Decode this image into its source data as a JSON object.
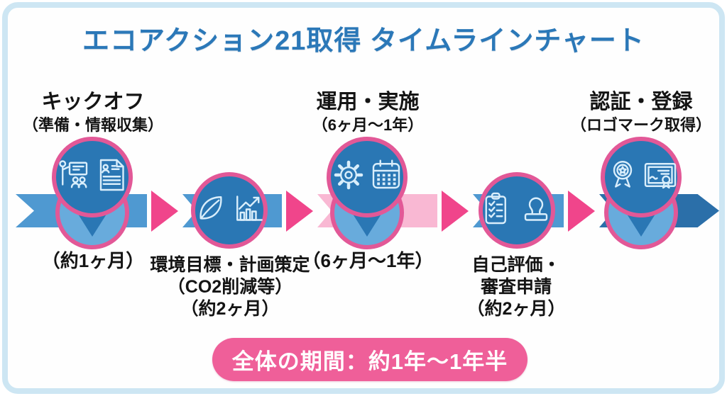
{
  "title": "エコアクション21取得 タイムラインチャート",
  "milestones": [
    {
      "name": "kickoff",
      "top_title": "キックオフ",
      "top_sub": "（準備・情報収集）",
      "bottom": "（約1ヶ月）",
      "icons": [
        "presentation-icon",
        "document-icon"
      ]
    },
    {
      "name": "goal-planning",
      "bottom_lines": [
        "環境目標・計画策定",
        "（CO2削減等）",
        "（約2ヶ月）"
      ],
      "icons": [
        "leaf-icon",
        "bar-chart-icon"
      ]
    },
    {
      "name": "operation",
      "top_title": "運用・実施",
      "top_sub": "（6ヶ月〜1年）",
      "bottom": "（6ヶ月〜1年）",
      "icons": [
        "gear-icon",
        "calendar-icon"
      ]
    },
    {
      "name": "self-assessment",
      "bottom_lines": [
        "自己評価・",
        "審査申請",
        "（約2ヶ月）"
      ],
      "icons": [
        "checklist-icon",
        "stamp-icon"
      ]
    },
    {
      "name": "certification",
      "top_title": "認証・登録",
      "top_sub": "（ロゴマーク取得）",
      "icons": [
        "award-icon",
        "certificate-icon"
      ]
    }
  ],
  "footer": {
    "total_period": "全体の期間：約1年〜1年半"
  },
  "colors": {
    "title_blue": "#2b78b8",
    "band_blue": "#4f99d1",
    "band_pink": "#f9b8d3",
    "band_dark_blue": "#2b6fa9",
    "chevron_pink": "#f0458b",
    "circle_dark_fill": "#2a77b4",
    "circle_light_fill": "#68abdc",
    "ring_pink": "#e25897",
    "badge_pink": "#ef5f99",
    "frame_border": "#cde6f3",
    "icon_stroke": "#d9eefb",
    "text": "#141414"
  }
}
